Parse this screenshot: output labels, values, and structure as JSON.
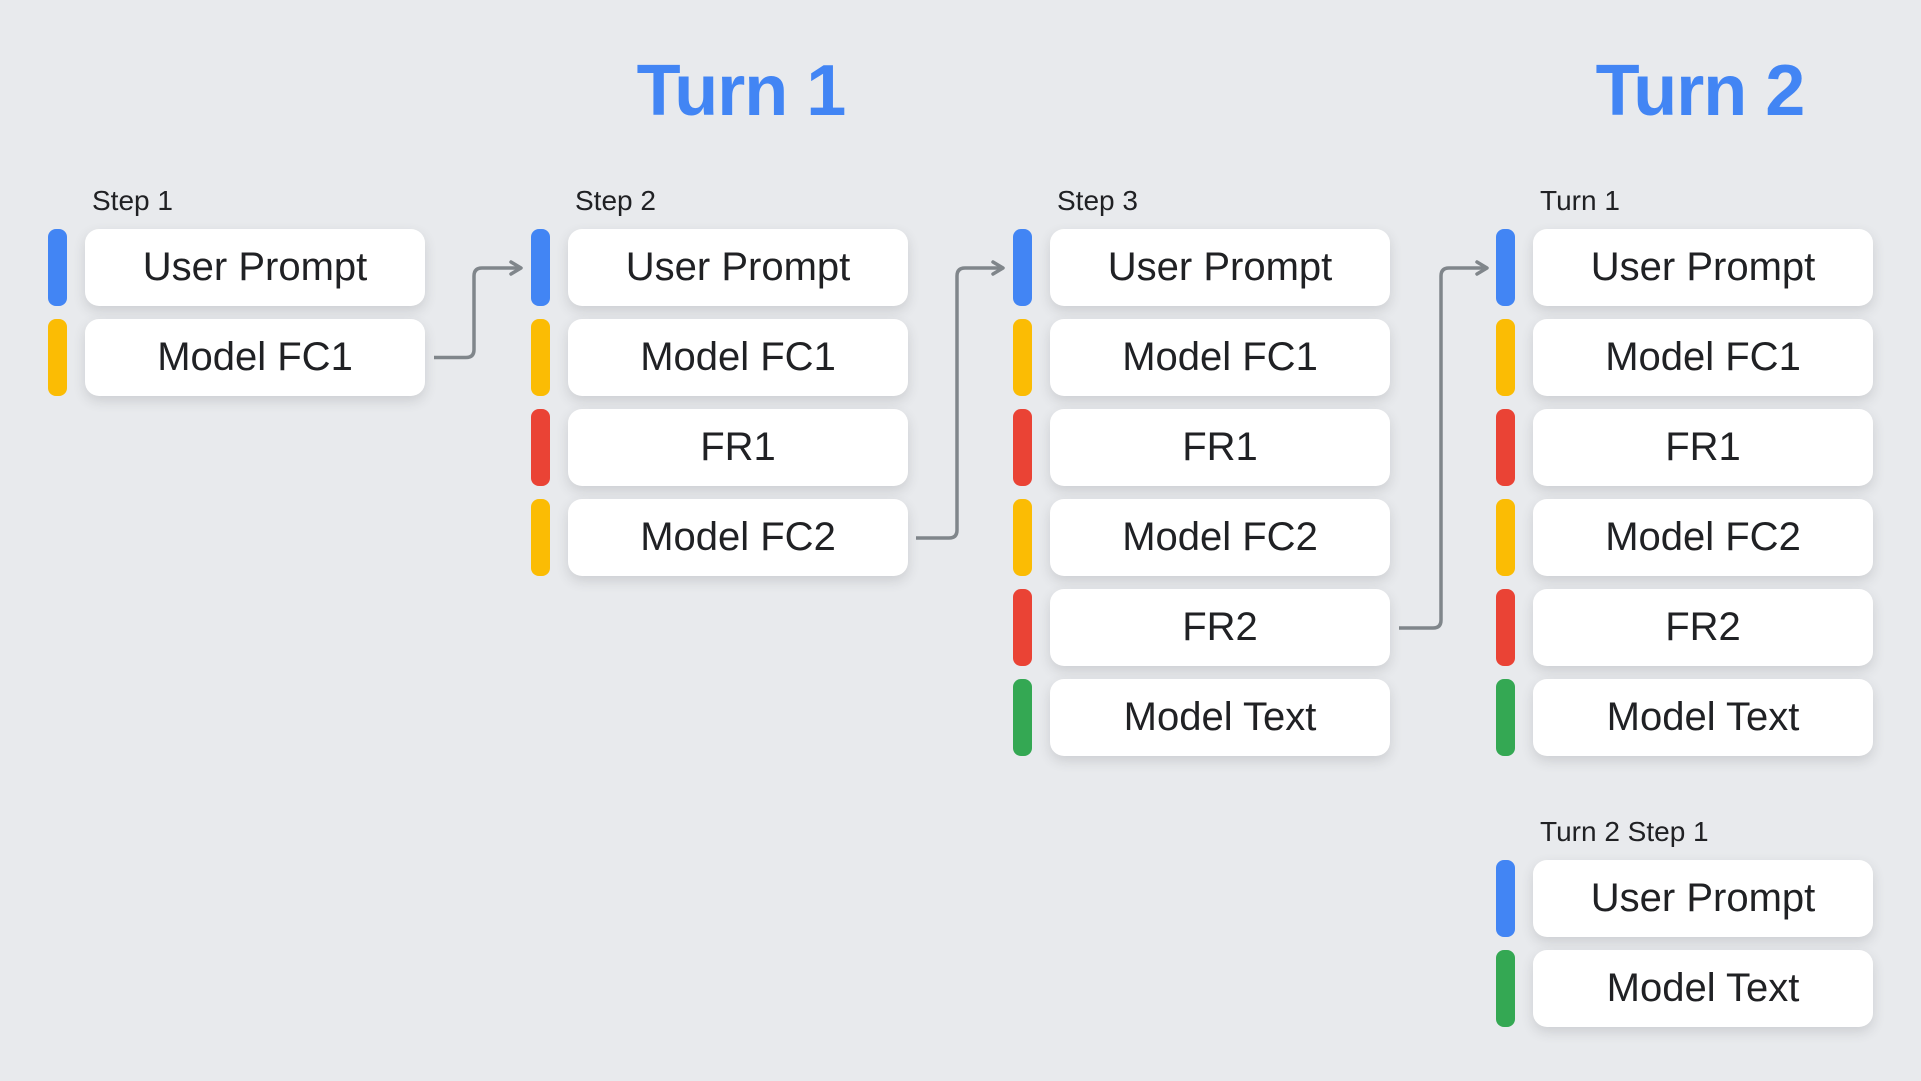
{
  "page": {
    "background_color": "#E8EAED",
    "title_color": "#4285F4",
    "arrow_color": "#80868B",
    "card_text_color": "#202124"
  },
  "titles": {
    "turn1": "Turn 1",
    "turn2": "Turn 2"
  },
  "role_colors": {
    "blue": "#4285F4",
    "yellow": "#FBBC04",
    "red": "#EA4335",
    "green": "#34A853"
  },
  "groups": [
    {
      "label": "Step 1",
      "items": [
        {
          "text": "User Prompt",
          "color": "blue"
        },
        {
          "text": "Model FC1",
          "color": "yellow"
        }
      ]
    },
    {
      "label": "Step 2",
      "items": [
        {
          "text": "User Prompt",
          "color": "blue"
        },
        {
          "text": "Model FC1",
          "color": "yellow"
        },
        {
          "text": "FR1",
          "color": "red"
        },
        {
          "text": "Model FC2",
          "color": "yellow"
        }
      ]
    },
    {
      "label": "Step 3",
      "items": [
        {
          "text": "User Prompt",
          "color": "blue"
        },
        {
          "text": "Model FC1",
          "color": "yellow"
        },
        {
          "text": "FR1",
          "color": "red"
        },
        {
          "text": "Model FC2",
          "color": "yellow"
        },
        {
          "text": "FR2",
          "color": "red"
        },
        {
          "text": "Model Text",
          "color": "green"
        }
      ]
    },
    {
      "label": "Turn 1",
      "items": [
        {
          "text": "User Prompt",
          "color": "blue"
        },
        {
          "text": "Model FC1",
          "color": "yellow"
        },
        {
          "text": "FR1",
          "color": "red"
        },
        {
          "text": "Model FC2",
          "color": "yellow"
        },
        {
          "text": "FR2",
          "color": "red"
        },
        {
          "text": "Model Text",
          "color": "green"
        }
      ]
    },
    {
      "label": "Turn 2 Step 1",
      "items": [
        {
          "text": "User Prompt",
          "color": "blue"
        },
        {
          "text": "Model Text",
          "color": "green"
        }
      ]
    }
  ],
  "connectors": [
    {
      "from": "Step 1 / Model FC1",
      "to": "Step 2 / User Prompt"
    },
    {
      "from": "Step 2 / Model FC2",
      "to": "Step 3 / User Prompt"
    },
    {
      "from": "Step 3 / FR2",
      "to": "Turn 1 / User Prompt"
    }
  ]
}
